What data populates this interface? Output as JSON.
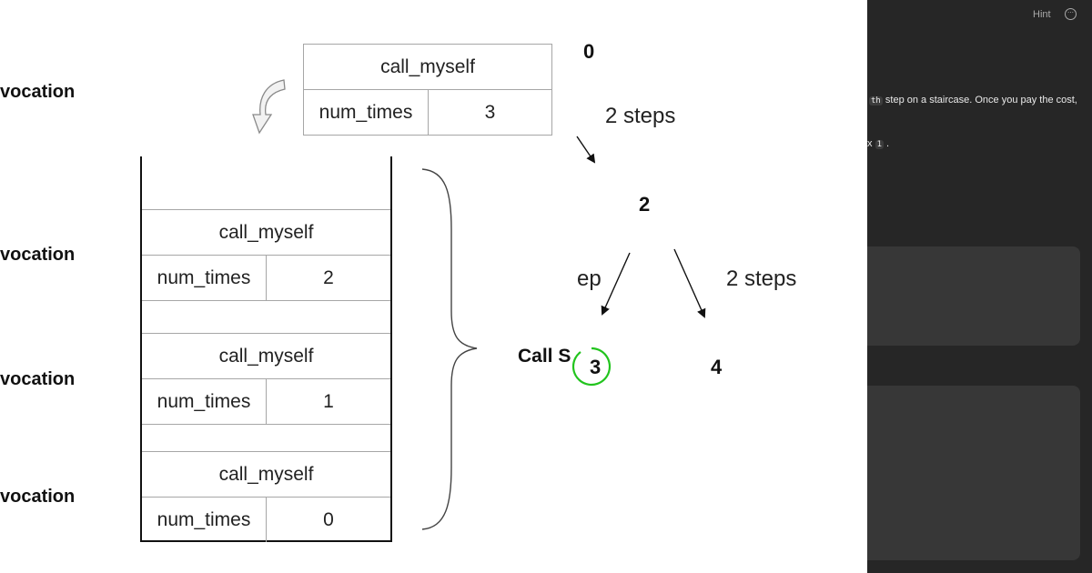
{
  "invocation_labels": [
    "vocation",
    "vocation",
    "vocation",
    "vocation"
  ],
  "top_frame": {
    "name": "call_myself",
    "var": "num_times",
    "value": "3"
  },
  "stack_frames": [
    {
      "name": "call_myself",
      "var": "num_times",
      "value": "2"
    },
    {
      "name": "call_myself",
      "var": "num_times",
      "value": "1"
    },
    {
      "name": "call_myself",
      "var": "num_times",
      "value": "0"
    }
  ],
  "tree": {
    "root": "0",
    "edge_root": "2 steps",
    "mid": "2",
    "edge_left": "ep",
    "edge_right": "2 steps",
    "call_label": "Call S",
    "left_leaf": "3",
    "right_leaf": "4"
  },
  "colors": {
    "highlight_circle": "#22c41e",
    "panel_bg": "#262626"
  },
  "panel": {
    "hint": "Hint",
    "more_icon": "⋯",
    "line1_code": "th",
    "line1_text": "step on a staircase. Once you pay the cost,",
    "line2_prefix": "x",
    "line2_code": "1",
    "line2_suffix": "."
  }
}
